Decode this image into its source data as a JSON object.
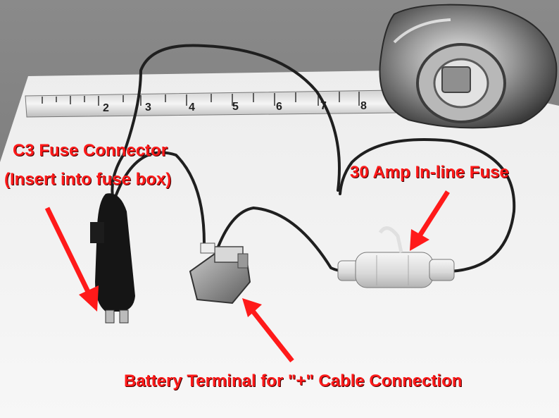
{
  "annotations": {
    "c3_line1": "C3 Fuse Connector",
    "c3_line2": "(Insert into fuse box)",
    "fuse": "30 Amp In-line Fuse",
    "battery": "Battery Terminal for \"+\" Cable Connection"
  },
  "tape_ruler": {
    "ticks": [
      "2",
      "3",
      "4",
      "5",
      "6",
      "7",
      "8"
    ]
  },
  "colors": {
    "annotation": "#ff1a1a",
    "arrow": "#ff1a1a"
  }
}
